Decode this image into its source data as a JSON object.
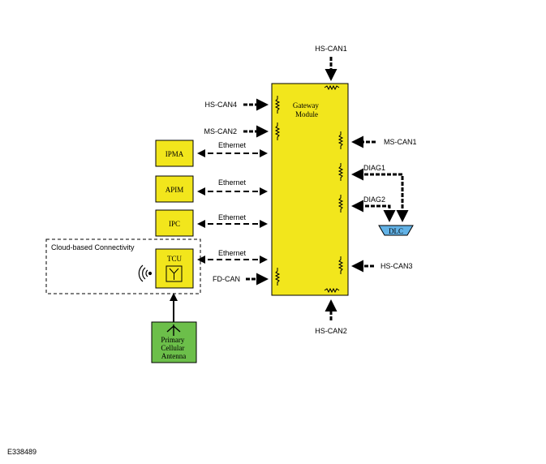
{
  "colors": {
    "module_fill": "#f2e61c",
    "antenna_fill": "#6cbf4a",
    "dlc_fill": "#62b2e6",
    "line": "#000000"
  },
  "gateway": {
    "line1": "Gateway",
    "line2": "Module"
  },
  "modules": {
    "ipma": "IPMA",
    "apim": "APIM",
    "ipc": "IPC",
    "tcu": "TCU"
  },
  "connectivity_group": "Cloud-based Connectivity",
  "antenna": {
    "line1": "Primary",
    "line2": "Cellular",
    "line3": "Antenna"
  },
  "dlc": "DLC",
  "buses": {
    "hs_can1": "HS-CAN1",
    "hs_can2": "HS-CAN2",
    "hs_can3": "HS-CAN3",
    "hs_can4": "HS-CAN4",
    "ms_can1": "MS-CAN1",
    "ms_can2": "MS-CAN2",
    "fd_can": "FD-CAN",
    "diag1": "DIAG1",
    "diag2": "DIAG2"
  },
  "ethernet": {
    "ipma": "Ethernet",
    "apim": "Ethernet",
    "ipc": "Ethernet",
    "tcu": "Ethernet"
  },
  "icons": {
    "wireless": "wireless-signal-icon",
    "antenna": "antenna-icon",
    "resistor": "termination-resistor-icon"
  },
  "figure_id": "E338489"
}
